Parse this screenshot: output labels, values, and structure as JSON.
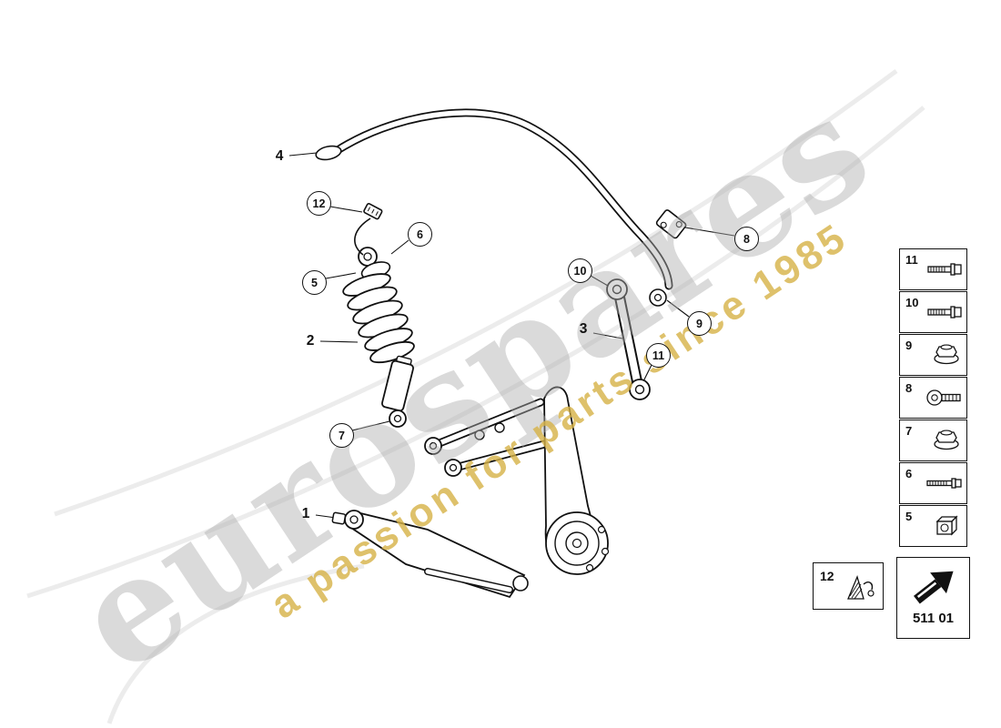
{
  "page": {
    "background": "#ffffff",
    "line_color": "#111111"
  },
  "watermark": {
    "brand": "eurospares",
    "tagline": "a passion for parts since 1985",
    "brand_color": "#acacac",
    "tagline_color": "#d6b246"
  },
  "diagram": {
    "callouts": {
      "c1": "1",
      "c2": "2",
      "c3": "3",
      "c4": "4",
      "c5": "5",
      "c6": "6",
      "c7": "7",
      "c8": "8",
      "c9": "9",
      "c10": "10",
      "c11": "11",
      "c12": "12"
    }
  },
  "sidebar": {
    "items": [
      {
        "n": "11",
        "icon": "hex-bolt-icon"
      },
      {
        "n": "10",
        "icon": "hex-bolt-icon"
      },
      {
        "n": "9",
        "icon": "flange-nut-icon"
      },
      {
        "n": "8",
        "icon": "torx-screw-icon"
      },
      {
        "n": "7",
        "icon": "flange-nut-icon"
      },
      {
        "n": "6",
        "icon": "hex-bolt-icon"
      },
      {
        "n": "5",
        "icon": "square-nut-icon"
      }
    ]
  },
  "legend": {
    "sensor_ref": "12",
    "part_code": "511 01"
  }
}
